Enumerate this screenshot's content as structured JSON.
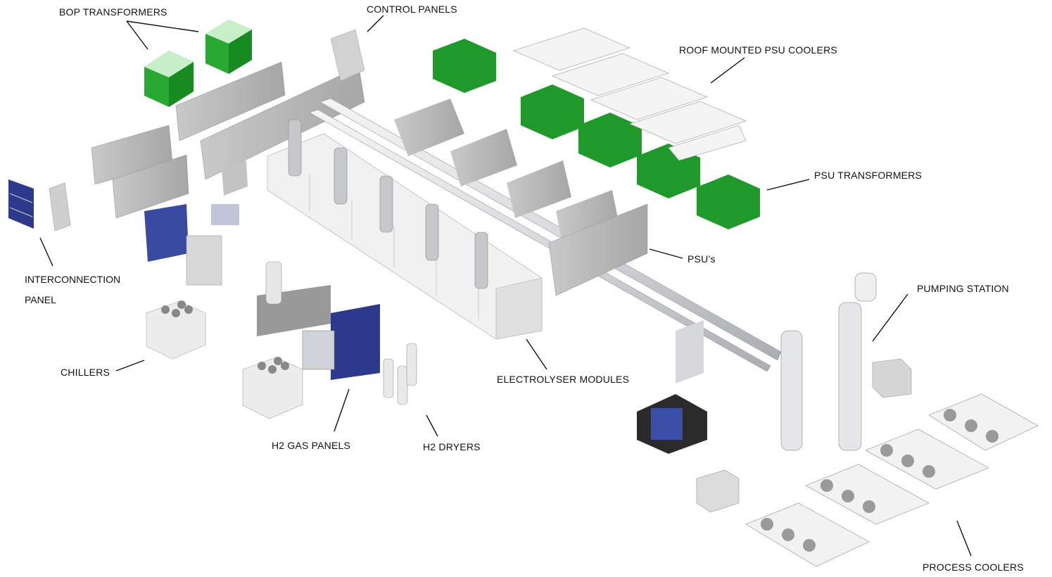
{
  "labels": {
    "bop_transformers": "BOP TRANSFORMERS",
    "control_panels": "CONTROL PANELS",
    "roof_mounted_psu_coolers": "ROOF MOUNTED PSU COOLERS",
    "psu_transformers": "PSU TRANSFORMERS",
    "psus": "PSU’s",
    "pumping_station": "PUMPING STATION",
    "interconnection_panel_line1": "INTERCONNECTION",
    "interconnection_panel_line2": "PANEL",
    "chillers": "CHILLERS",
    "electrolyser_modules": "ELECTROLYSER MODULES",
    "h2_gas_panels": "H2 GAS PANELS",
    "h2_dryers": "H2 DRYERS",
    "process_coolers": "PROCESS COOLERS"
  },
  "colors": {
    "transformer_green": "#1f9a2a",
    "cabinet_grey": "#b8b8b8",
    "panel_blue": "#2d3a8c",
    "pipe_light": "#e4e6e8"
  }
}
